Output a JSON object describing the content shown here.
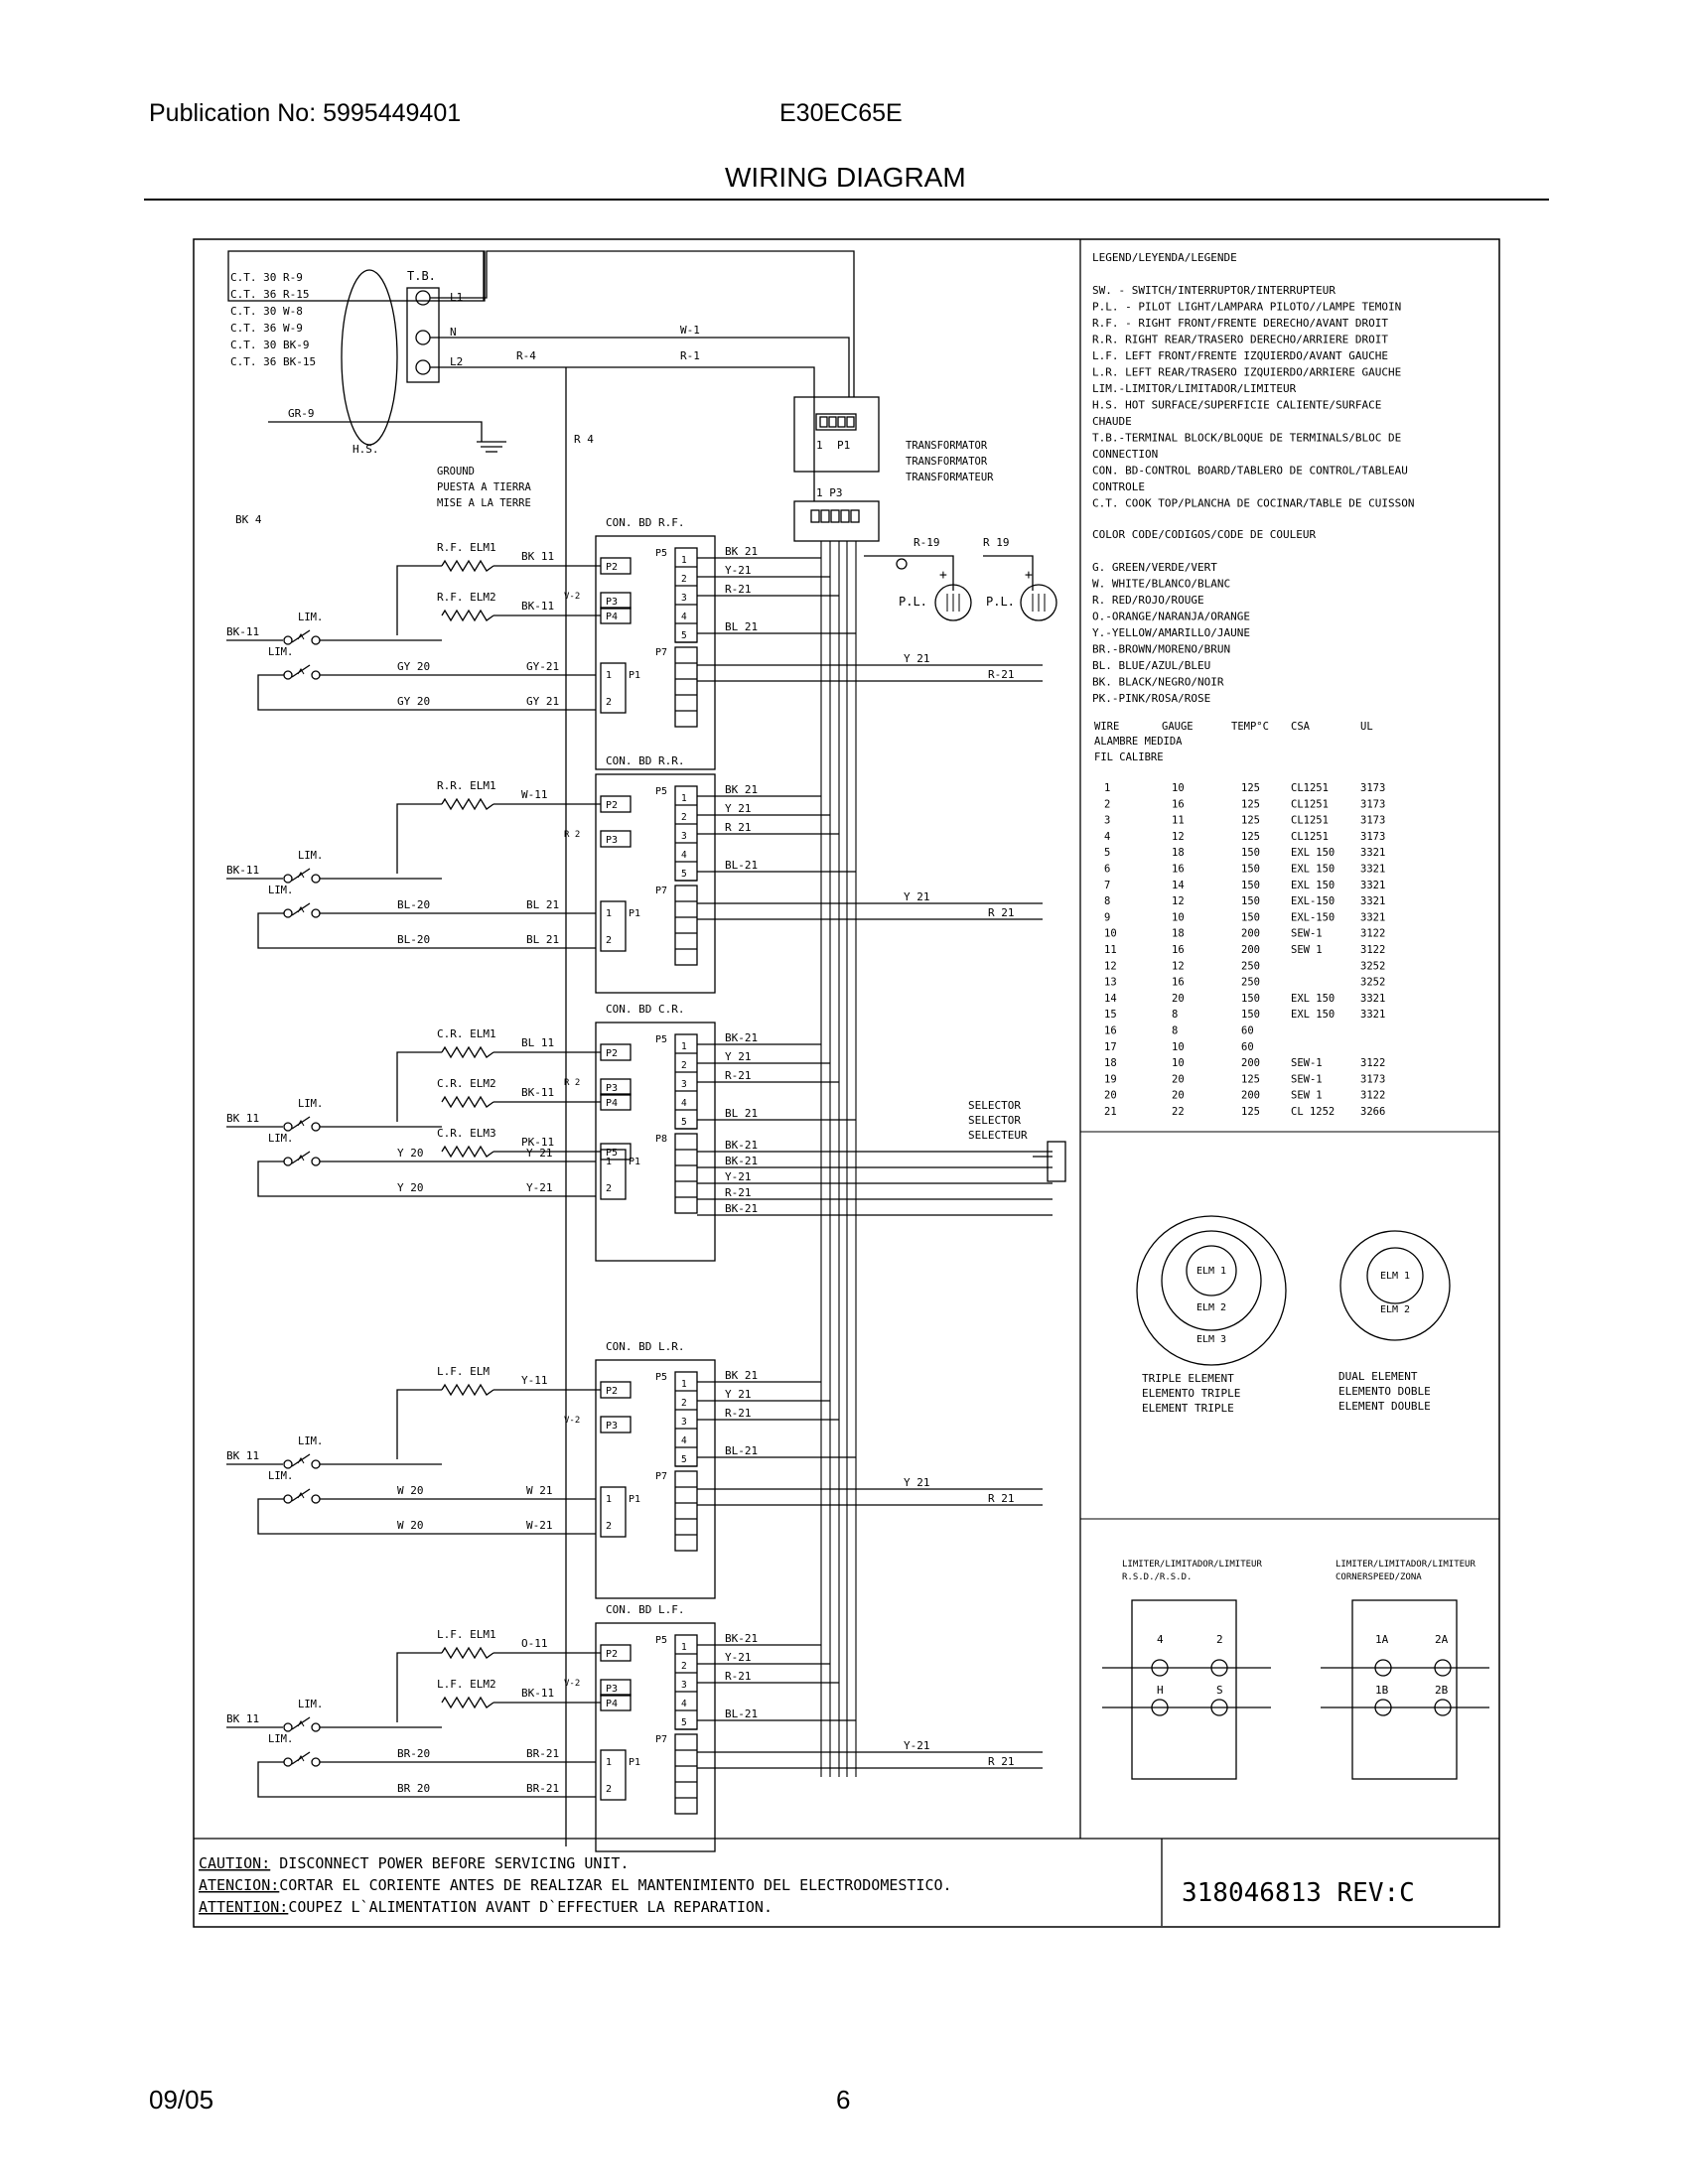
{
  "header": {
    "publication": "Publication No: 5995449401",
    "model": "E30EC65E",
    "title": "WIRING DIAGRAM"
  },
  "footer": {
    "date": "09/05",
    "page": "6"
  },
  "terminal_block": {
    "title": "T.B.",
    "ct_labels": [
      "C.T. 30 R-9",
      "C.T. 36 R-15",
      "C.T. 30 W-8",
      "C.T. 36 W-9",
      "C.T. 30 BK-9",
      "C.T. 36 BK-15"
    ],
    "terminals": [
      "L1",
      "N",
      "L2"
    ],
    "hs": "H.S.",
    "gr": "GR-9",
    "ground": [
      "GROUND",
      "PUESTA A TIERRA",
      "MISE A LA TERRE"
    ],
    "wires": {
      "w1": "W-1",
      "r4a": "R-4",
      "r1": "R-1",
      "r4b": "R 4",
      "bk4": "BK 4"
    }
  },
  "transformer": {
    "p1": "P1",
    "p1_num": "1",
    "p3": "1 P3",
    "labels": [
      "TRANSFORMATOR",
      "TRANSFORMATOR",
      "TRANSFORMATEUR"
    ]
  },
  "pilot": {
    "r19a": "R-19",
    "r19b": "R 19",
    "pl1": "P.L.",
    "pl2": "P.L.",
    "plus": "+",
    "minus": "-"
  },
  "selector": {
    "lines": [
      "SELECTOR",
      "SELECTOR",
      "SELECTEUR"
    ]
  },
  "boards": [
    {
      "title": "CON. BD R.F.",
      "elements": [
        {
          "label": "R.F. ELM1",
          "wire": "BK 11",
          "port": "P2"
        },
        {
          "label": "R.F. ELM2",
          "wire": "BK-11",
          "port": "P4"
        }
      ],
      "extra_port": "P3",
      "jumper": "V-2",
      "lim": "LIM.",
      "feed": "BK-11",
      "lim_wires": [
        "GY 20",
        "GY 20"
      ],
      "p1_wires": [
        "GY-21",
        "GY 21"
      ],
      "p5_wires": [
        "BK 21",
        "Y-21",
        "R-21",
        "",
        "BL 21"
      ],
      "p7_wires": [
        "Y 21",
        "R-21"
      ]
    },
    {
      "title": "CON. BD R.R.",
      "elements": [
        {
          "label": "R.R. ELM1",
          "wire": "W-11",
          "port": "P2"
        }
      ],
      "extra_port": "P3",
      "jumper": "R 2",
      "lim": "LIM.",
      "feed": "BK-11",
      "lim_wires": [
        "BL-20",
        "BL-20"
      ],
      "p1_wires": [
        "BL 21",
        "BL 21"
      ],
      "p5_wires": [
        "BK 21",
        "Y 21",
        "R 21",
        "",
        "BL-21"
      ],
      "p7_wires": [
        "Y 21",
        "R 21"
      ]
    },
    {
      "title": "CON. BD C.R.",
      "elements": [
        {
          "label": "C.R. ELM1",
          "wire": "BL 11",
          "port": "P2"
        },
        {
          "label": "C.R. ELM2",
          "wire": "BK-11",
          "port": "P4"
        },
        {
          "label": "C.R. ELM3",
          "wire": "PK-11",
          "port": "P5"
        }
      ],
      "extra_port": "P3",
      "jumper": "R 2",
      "lim": "LIM.",
      "feed": "BK 11",
      "lim_wires": [
        "Y 20",
        "Y 20"
      ],
      "p1_wires": [
        "Y 21",
        "Y-21"
      ],
      "p5_wires": [
        "BK-21",
        "Y 21",
        "R-21",
        "",
        "BL 21"
      ],
      "p8_wires": [
        "BK-21",
        "BK-21",
        "Y-21",
        "R-21",
        "BK-21"
      ]
    },
    {
      "title": "CON. BD L.R.",
      "elements": [
        {
          "label": "L.F. ELM",
          "wire": "Y-11",
          "port": "P2"
        }
      ],
      "extra_port": "P3",
      "jumper": "V-2",
      "lim": "LIM.",
      "feed": "BK 11",
      "lim_wires": [
        "W 20",
        "W 20"
      ],
      "p1_wires": [
        "W 21",
        "W-21"
      ],
      "p5_wires": [
        "BK 21",
        "Y 21",
        "R-21",
        "",
        "BL-21"
      ],
      "p7_wires": [
        "Y 21",
        "R 21"
      ]
    },
    {
      "title": "CON. BD L.F.",
      "elements": [
        {
          "label": "L.F. ELM1",
          "wire": "O-11",
          "port": "P2"
        },
        {
          "label": "L.F. ELM2",
          "wire": "BK-11",
          "port": "P4"
        }
      ],
      "extra_port": "P3",
      "jumper": "V-2",
      "lim": "LIM.",
      "feed": "BK 11",
      "lim_wires": [
        "BR-20",
        "BR 20"
      ],
      "p1_wires": [
        "BR-21",
        "BR-21"
      ],
      "p5_wires": [
        "BK-21",
        "Y-21",
        "R-21",
        "",
        "BL-21"
      ],
      "p7_wires": [
        "Y-21",
        "R 21"
      ]
    }
  ],
  "legend": {
    "title": "LEGEND/LEYENDA/LEGENDE",
    "lines": [
      "SW.  - SWITCH/INTERRUPTOR/INTERRUPTEUR",
      "P.L. - PILOT LIGHT/LAMPARA PILOTO//LAMPE TEMOIN",
      "R.F. - RIGHT FRONT/FRENTE DERECHO/AVANT DROIT",
      "R.R.   RIGHT REAR/TRASERO DERECHO/ARRIERE DROIT",
      "L.F.   LEFT FRONT/FRENTE IZQUIERDO/AVANT GAUCHE",
      "L.R.   LEFT REAR/TRASERO IZQUIERDO/ARRIERE GAUCHE",
      "LIM.-LIMITOR/LIMITADOR/LIMITEUR",
      "H.S. HOT SURFACE/SUPERFICIE CALIENTE/SURFACE",
      "     CHAUDE",
      "T.B.-TERMINAL BLOCK/BLOQUE DE TERMINALS/BLOC DE",
      "     CONNECTION",
      "CON. BD-CONTROL BOARD/TABLERO DE CONTROL/TABLEAU",
      "     CONTROLE",
      "C.T. COOK TOP/PLANCHA DE COCINAR/TABLE DE CUISSON"
    ]
  },
  "color_code": {
    "title": "COLOR CODE/CODIGOS/CODE DE COULEUR",
    "lines": [
      "G. GREEN/VERDE/VERT",
      "W. WHITE/BLANCO/BLANC",
      "R. RED/ROJO/ROUGE",
      "O.-ORANGE/NARANJA/ORANGE",
      "Y.-YELLOW/AMARILLO/JAUNE",
      "BR.-BROWN/MORENO/BRUN",
      "BL. BLUE/AZUL/BLEU",
      "BK. BLACK/NEGRO/NOIR",
      "PK.-PINK/ROSA/ROSE"
    ]
  },
  "wire_table": {
    "header": [
      "WIRE",
      "GAUGE",
      "TEMP°C",
      "CSA",
      "UL"
    ],
    "header2": [
      "ALAMBRE",
      "MEDIDA"
    ],
    "header3": [
      "FIL",
      "CALIBRE"
    ],
    "rows": [
      [
        "1",
        "10",
        "125",
        "CL1251",
        "3173"
      ],
      [
        "2",
        "16",
        "125",
        "CL1251",
        "3173"
      ],
      [
        "3",
        "11",
        "125",
        "CL1251",
        "3173"
      ],
      [
        "4",
        "12",
        "125",
        "CL1251",
        "3173"
      ],
      [
        "5",
        "18",
        "150",
        "EXL 150",
        "3321"
      ],
      [
        "6",
        "16",
        "150",
        "EXL 150",
        "3321"
      ],
      [
        "7",
        "14",
        "150",
        "EXL 150",
        "3321"
      ],
      [
        "8",
        "12",
        "150",
        "EXL-150",
        "3321"
      ],
      [
        "9",
        "10",
        "150",
        "EXL-150",
        "3321"
      ],
      [
        "10",
        "18",
        "200",
        "SEW-1",
        "3122"
      ],
      [
        "11",
        "16",
        "200",
        "SEW 1",
        "3122"
      ],
      [
        "12",
        "12",
        "250",
        "",
        "3252"
      ],
      [
        "13",
        "16",
        "250",
        "",
        "3252"
      ],
      [
        "14",
        "20",
        "150",
        "EXL 150",
        "3321"
      ],
      [
        "15",
        "8",
        "150",
        "EXL 150",
        "3321"
      ],
      [
        "16",
        "8",
        "60",
        "",
        ""
      ],
      [
        "17",
        "10",
        "60",
        "",
        ""
      ],
      [
        "18",
        "10",
        "200",
        "SEW-1",
        "3122"
      ],
      [
        "19",
        "20",
        "125",
        "SEW-1",
        "3173"
      ],
      [
        "20",
        "20",
        "200",
        "SEW 1",
        "3122"
      ],
      [
        "21",
        "22",
        "125",
        "CL 1252",
        "3266"
      ]
    ]
  },
  "elements_fig": {
    "triple": {
      "labels": [
        "ELM 1",
        "ELM 2",
        "ELM 3"
      ],
      "caption": [
        "TRIPLE ELEMENT",
        "ELEMENTO TRIPLE",
        "ELEMENT TRIPLE"
      ]
    },
    "dual": {
      "labels": [
        "ELM 1",
        "ELM 2"
      ],
      "caption": [
        "DUAL ELEMENT",
        "ELEMENTO DOBLE",
        "ELEMENT DOUBLE"
      ]
    }
  },
  "limiters": {
    "left": {
      "title": [
        "LIMITER/LIMITADOR/LIMITEUR",
        "R.S.D./R.S.D."
      ],
      "terms": [
        "4",
        "2",
        "H",
        "S"
      ]
    },
    "right": {
      "title": [
        "LIMITER/LIMITADOR/LIMITEUR",
        "CORNERSPEED/ZONA"
      ],
      "terms": [
        "1A",
        "2A",
        "1B",
        "2B"
      ]
    }
  },
  "caution": {
    "lines": [
      {
        "tag": "CAUTION:",
        "text": " DISCONNECT POWER BEFORE SERVICING UNIT."
      },
      {
        "tag": "ATENCION:",
        "text": "CORTAR EL CORIENTE ANTES DE REALIZAR EL MANTENIMIENTO DEL ELECTRODOMESTICO."
      },
      {
        "tag": "ATTENTION:",
        "text": "COUPEZ L`ALIMENTATION AVANT D`EFFECTUER LA REPARATION."
      }
    ],
    "part_number": "318046813  REV:C"
  }
}
